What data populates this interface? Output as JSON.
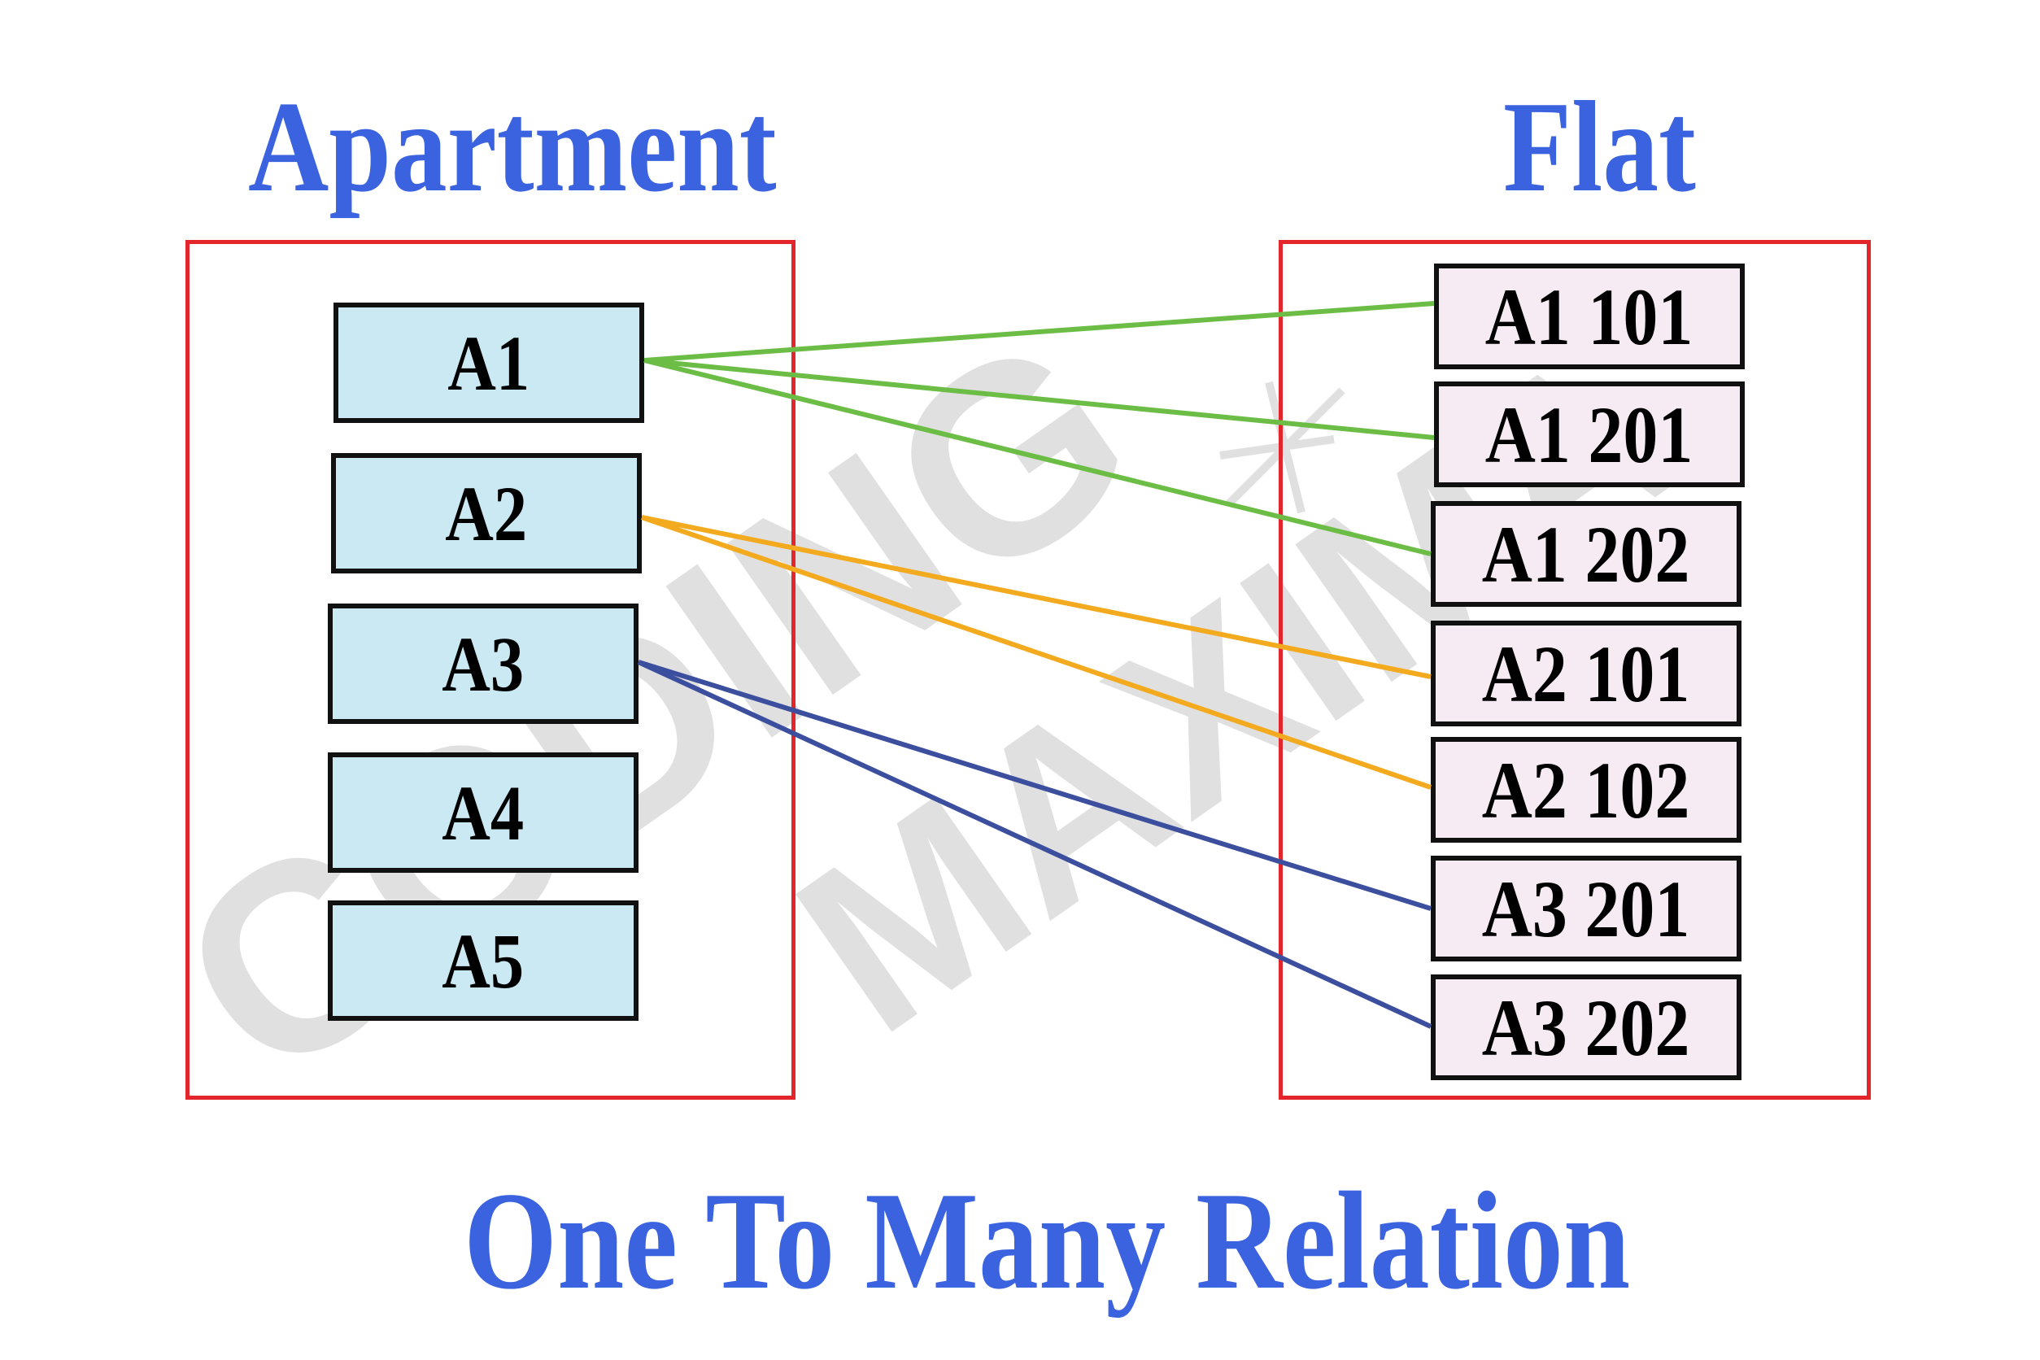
{
  "left_title": "Apartment",
  "right_title": "Flat",
  "caption": "One To Many Relation",
  "watermark_text": "CODING MAXIMA",
  "apartments": [
    "A1",
    "A2",
    "A3",
    "A4",
    "A5"
  ],
  "flats": [
    "A1 101",
    "A1 201",
    "A1 202",
    "A2 101",
    "A2 102",
    "A3 201",
    "A3 202"
  ],
  "relations": [
    {
      "from": "A1",
      "to": "A1 101",
      "color": "#6cbd45"
    },
    {
      "from": "A1",
      "to": "A1 201",
      "color": "#6cbd45"
    },
    {
      "from": "A1",
      "to": "A1 202",
      "color": "#6cbd45"
    },
    {
      "from": "A2",
      "to": "A2 101",
      "color": "#f3aa1f"
    },
    {
      "from": "A2",
      "to": "A2 102",
      "color": "#f3aa1f"
    },
    {
      "from": "A3",
      "to": "A3 201",
      "color": "#3c4f9e"
    },
    {
      "from": "A3",
      "to": "A3 202",
      "color": "#3c4f9e"
    }
  ],
  "colors": {
    "title": "#3b63e0",
    "group_border": "#e3262b",
    "apartment_fill": "#cbe9f3",
    "flat_fill": "#f6ebf2",
    "entity_border": "#111111"
  }
}
